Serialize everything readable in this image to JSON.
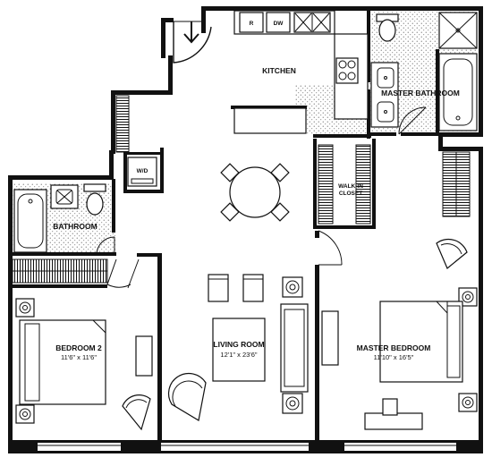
{
  "rooms": {
    "kitchen": {
      "label": "KITCHEN"
    },
    "master_bathroom": {
      "label": "MASTER BATHROOM"
    },
    "bathroom": {
      "label": "BATHROOM"
    },
    "walk_in_closet": {
      "label_line1": "WALK-IN",
      "label_line2": "CLOSET"
    },
    "bedroom2": {
      "label": "BEDROOM 2",
      "dims": "11'6\" x 11'6\""
    },
    "living_room": {
      "label": "LIVING ROOM",
      "dims": "12'1\" x 23'6\""
    },
    "master_bedroom": {
      "label": "MASTER BEDROOM",
      "dims": "11'10\" x 16'5\""
    }
  },
  "appliances": {
    "refrigerator": "R",
    "dishwasher": "DW",
    "washer_dryer": "W/D"
  },
  "icons": {
    "entry": "entry-arrow-icon"
  }
}
